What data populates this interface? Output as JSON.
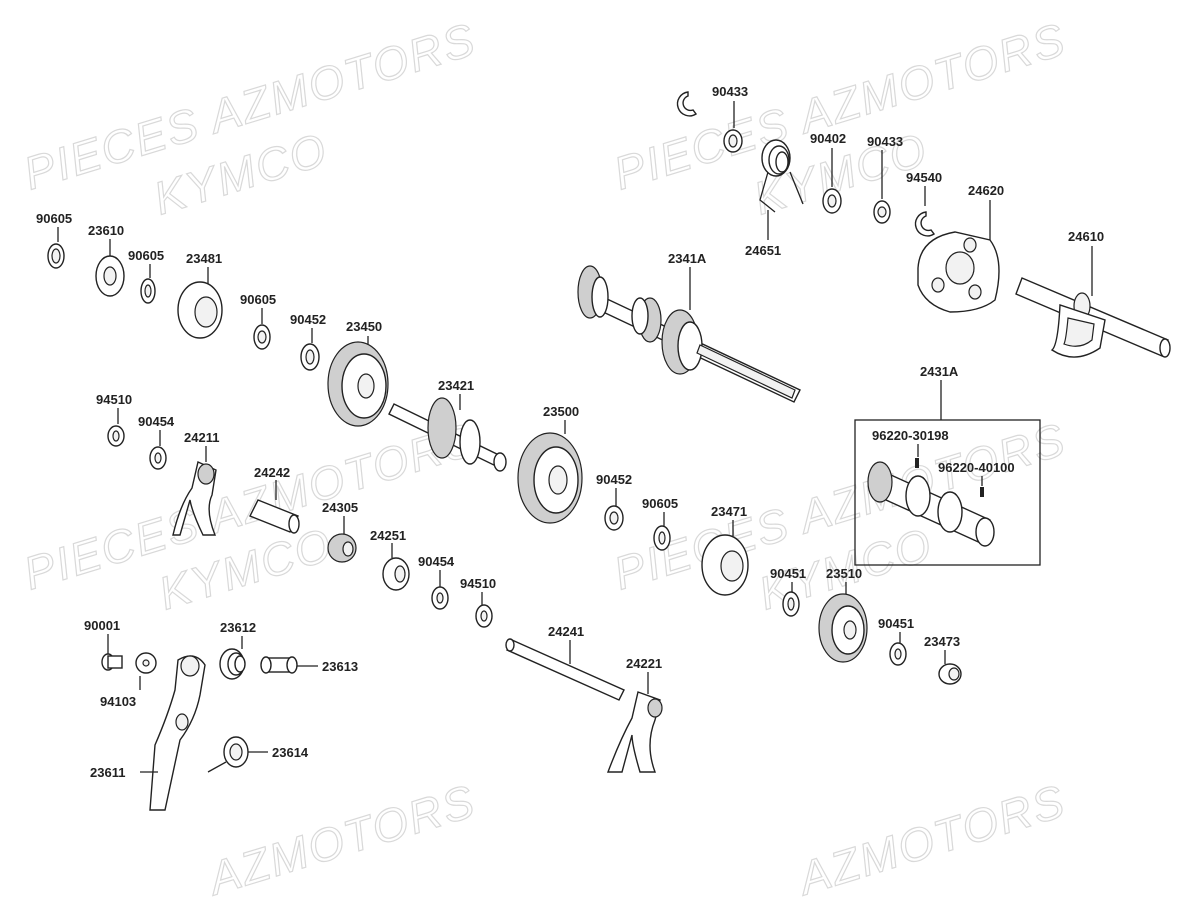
{
  "watermarks": [
    "PIECES AZMOTORS",
    "KYMCO",
    "PIECES AZMOTORS",
    "KYMCO",
    "PIECES AZMOTORS",
    "KYMCO",
    "PIECES AZMOTORS",
    "KYMCO",
    "AZMOTORS",
    "AZMOTORS"
  ],
  "labels": {
    "p90433a": "90433",
    "p90402": "90402",
    "p90433b": "90433",
    "p94540": "94540",
    "p24620": "24620",
    "p24610": "24610",
    "p24651": "24651",
    "p2341A": "2341A",
    "p90605a": "90605",
    "p23610": "23610",
    "p90605b": "90605",
    "p23481": "23481",
    "p90605c": "90605",
    "p90452a": "90452",
    "p23450": "23450",
    "p2431A": "2431A",
    "p96220_30198": "96220-30198",
    "p96220_40100": "96220-40100",
    "p94510a": "94510",
    "p90454a": "90454",
    "p24211": "24211",
    "p23421": "23421",
    "p23500": "23500",
    "p24242": "24242",
    "p90452b": "90452",
    "p90605d": "90605",
    "p23471": "23471",
    "p24305": "24305",
    "p24251": "24251",
    "p90454b": "90454",
    "p94510b": "94510",
    "p90451a": "90451",
    "p23510": "23510",
    "p90451b": "90451",
    "p23473": "23473",
    "p90001": "90001",
    "p23612": "23612",
    "p23613": "23613",
    "p24241": "24241",
    "p24221": "24221",
    "p94103": "94103",
    "p23614": "23614",
    "p23611": "23611"
  }
}
